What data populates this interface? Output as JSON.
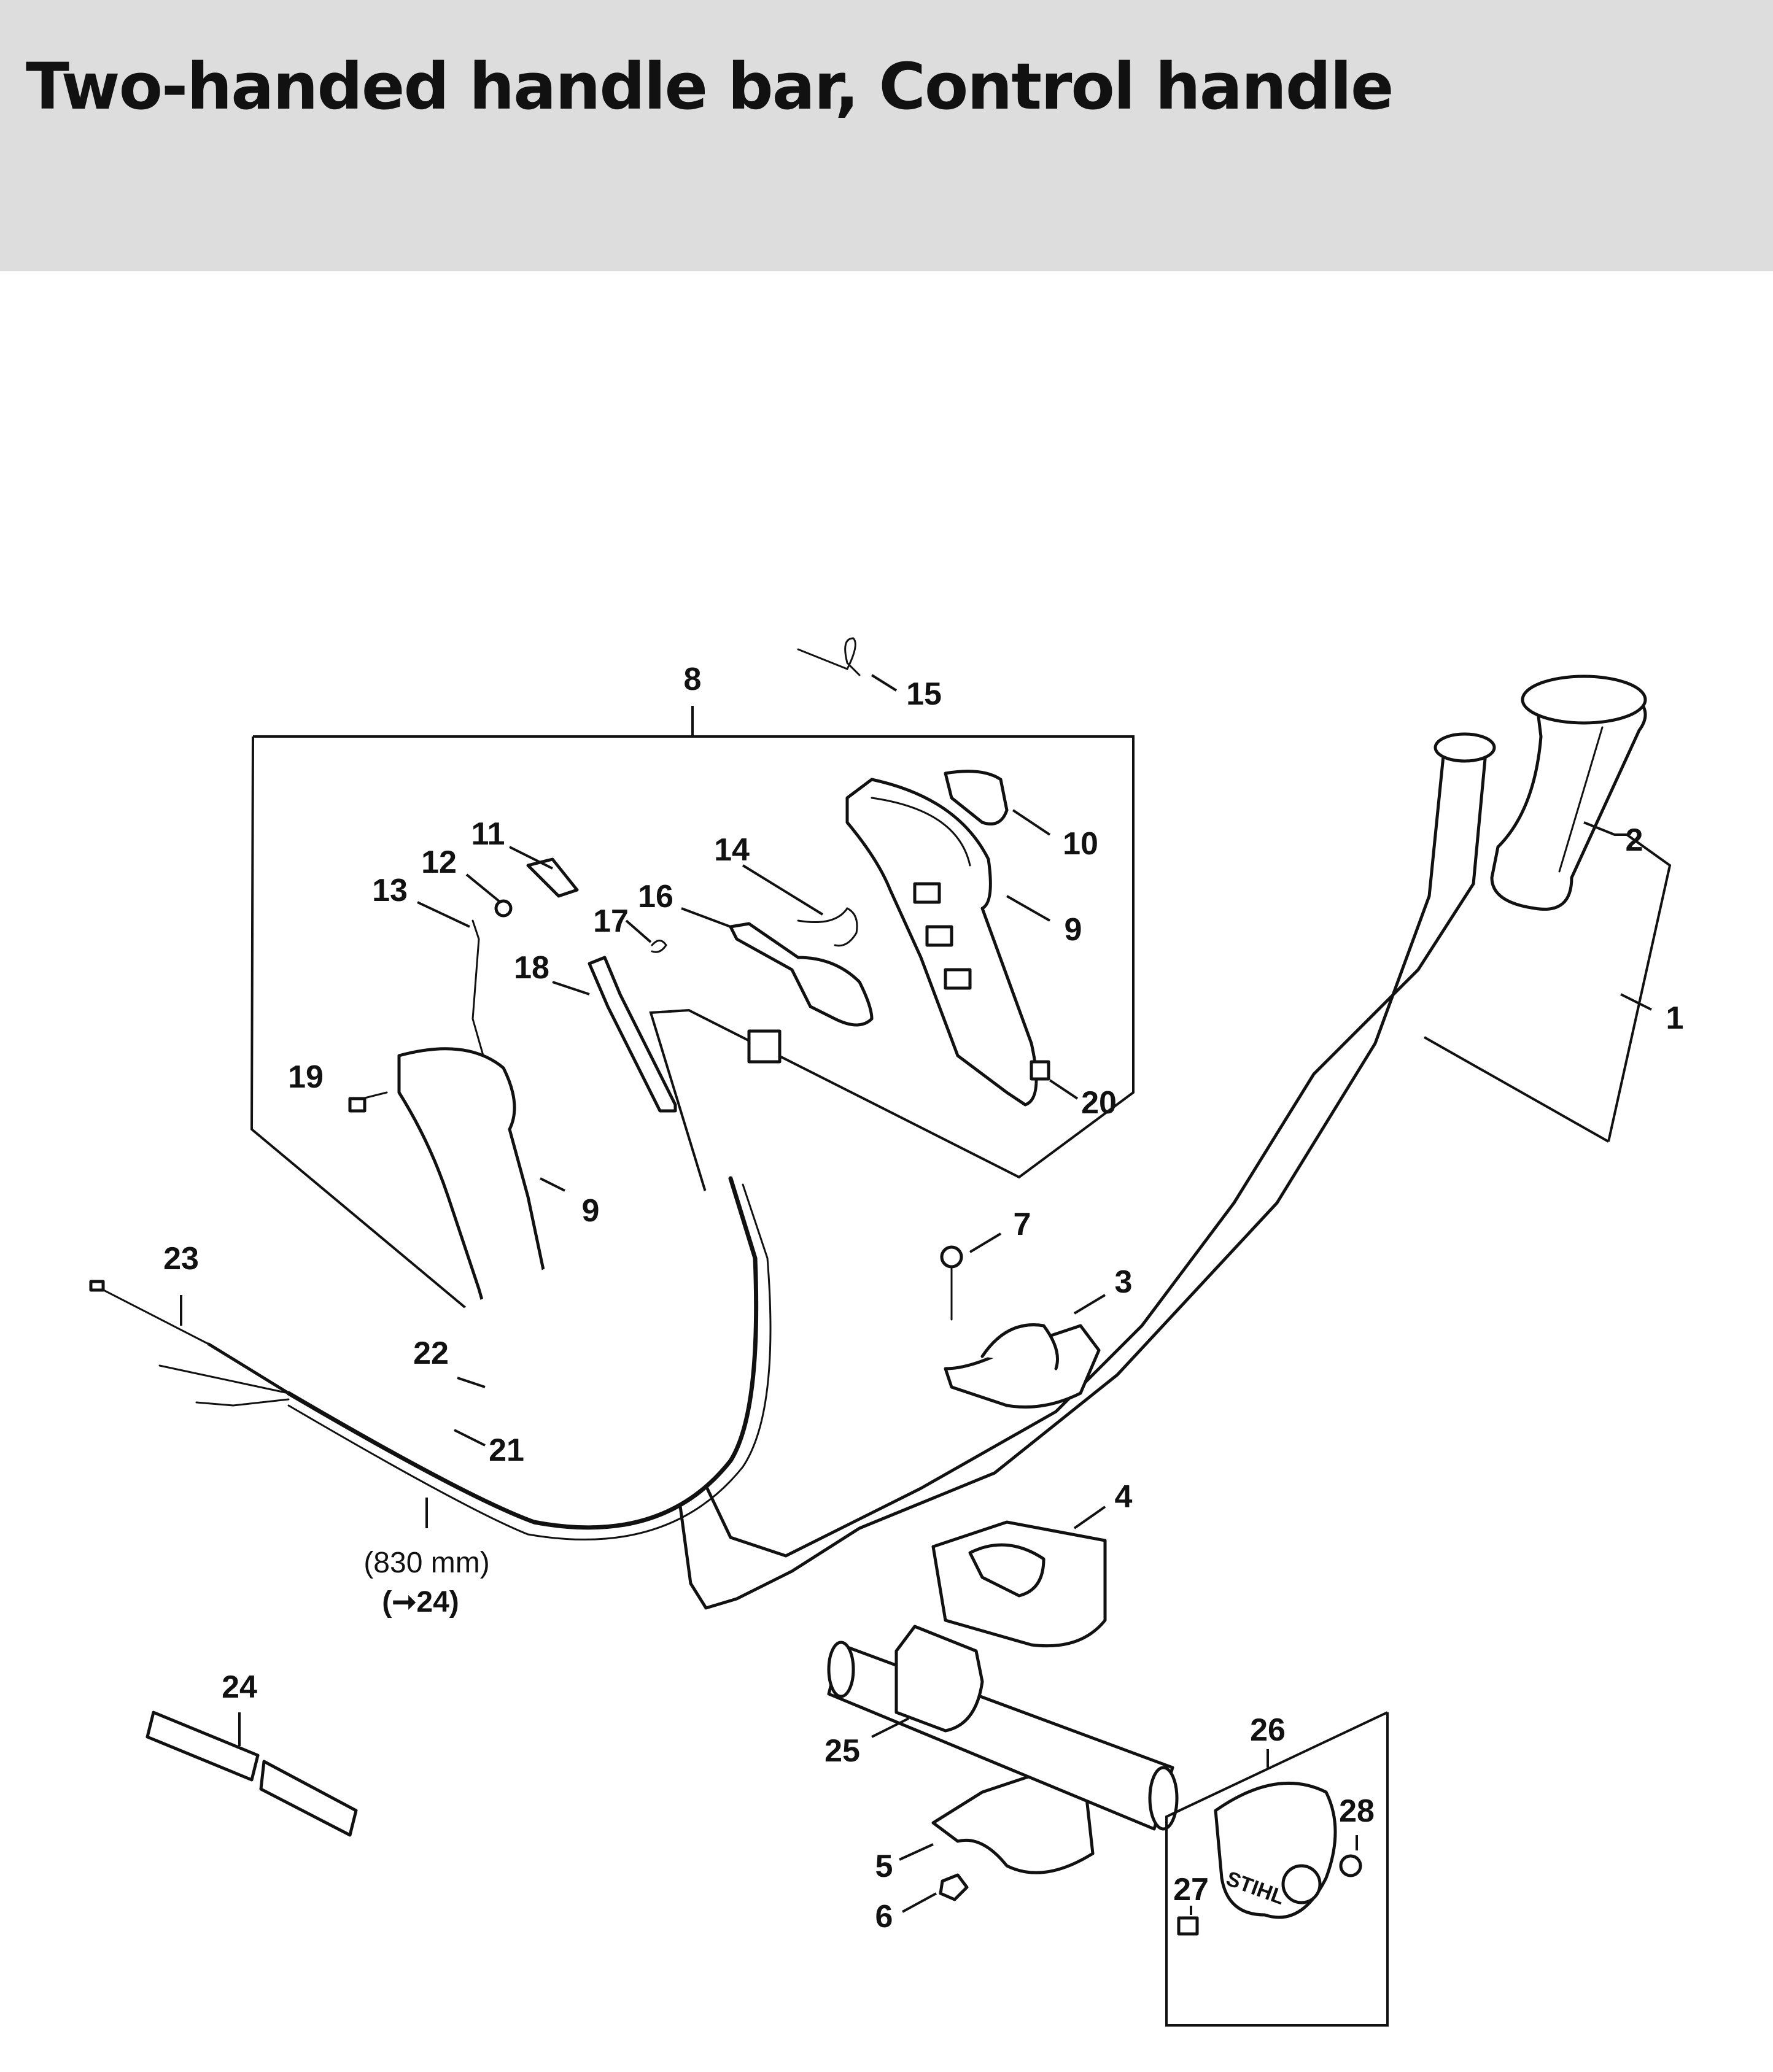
{
  "title": "Two-handed handle bar, Control handle",
  "callouts": [
    {
      "id": "8",
      "text": "8"
    },
    {
      "id": "15",
      "text": "15"
    },
    {
      "id": "11",
      "text": "11"
    },
    {
      "id": "12",
      "text": "12"
    },
    {
      "id": "13",
      "text": "13"
    },
    {
      "id": "14",
      "text": "14"
    },
    {
      "id": "16",
      "text": "16"
    },
    {
      "id": "17",
      "text": "17"
    },
    {
      "id": "18",
      "text": "18"
    },
    {
      "id": "10",
      "text": "10"
    },
    {
      "id": "9a",
      "text": "9"
    },
    {
      "id": "9b",
      "text": "9"
    },
    {
      "id": "19",
      "text": "19"
    },
    {
      "id": "20",
      "text": "20"
    },
    {
      "id": "2",
      "text": "2"
    },
    {
      "id": "1",
      "text": "1"
    },
    {
      "id": "7",
      "text": "7"
    },
    {
      "id": "3",
      "text": "3"
    },
    {
      "id": "23",
      "text": "23"
    },
    {
      "id": "22",
      "text": "22"
    },
    {
      "id": "21",
      "text": "21"
    },
    {
      "id": "4",
      "text": "4"
    },
    {
      "id": "24",
      "text": "24"
    },
    {
      "id": "25",
      "text": "25"
    },
    {
      "id": "26",
      "text": "26"
    },
    {
      "id": "28",
      "text": "28"
    },
    {
      "id": "27",
      "text": "27"
    },
    {
      "id": "5",
      "text": "5"
    },
    {
      "id": "6",
      "text": "6"
    }
  ],
  "notes": {
    "length": "(830 mm)",
    "ref": "(➞24)"
  },
  "brand_mark": "STIHL"
}
